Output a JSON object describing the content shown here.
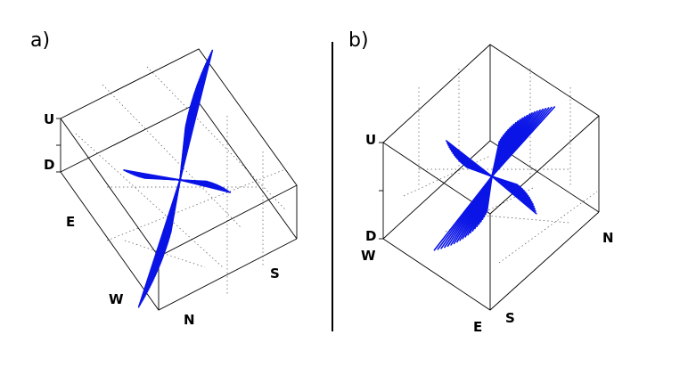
{
  "colors": {
    "needle": "#0a14e6",
    "frame": "#000000",
    "grid": "#555555"
  },
  "panels": [
    {
      "letter": "a)",
      "labels": {
        "up": "U",
        "down": "D",
        "east": "E",
        "west": "W",
        "north": "N",
        "south": "S"
      }
    },
    {
      "letter": "b)",
      "labels": {
        "up": "U",
        "down": "D",
        "west": "W",
        "north": "N",
        "east": "E",
        "south": "S"
      }
    }
  ]
}
